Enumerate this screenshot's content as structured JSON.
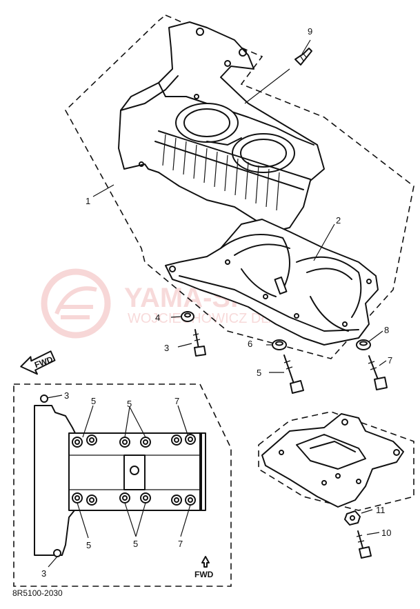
{
  "callouts": {
    "c1": "1",
    "c2": "2",
    "c3a": "3",
    "c4": "4",
    "c5a": "5",
    "c6": "6",
    "c7a": "7",
    "c8": "8",
    "c9": "9",
    "c10": "10",
    "c11": "11"
  },
  "inset_callouts": {
    "c3_top": "3",
    "c5_top_left": "5",
    "c5_top_mid": "5",
    "c7_top": "7",
    "c5_bot_left": "5",
    "c5_bot_mid": "5",
    "c7_bot": "7",
    "c3_bot": "3"
  },
  "fwd_main": "FWD",
  "fwd_inset": "FWD",
  "drawing_code": "8R5100-2030",
  "watermark": {
    "line1": "YAMA-SKLEP",
    "line2": "WOJCIECHOWICZ DŁAB...",
    "color": "#f2bcbc"
  }
}
